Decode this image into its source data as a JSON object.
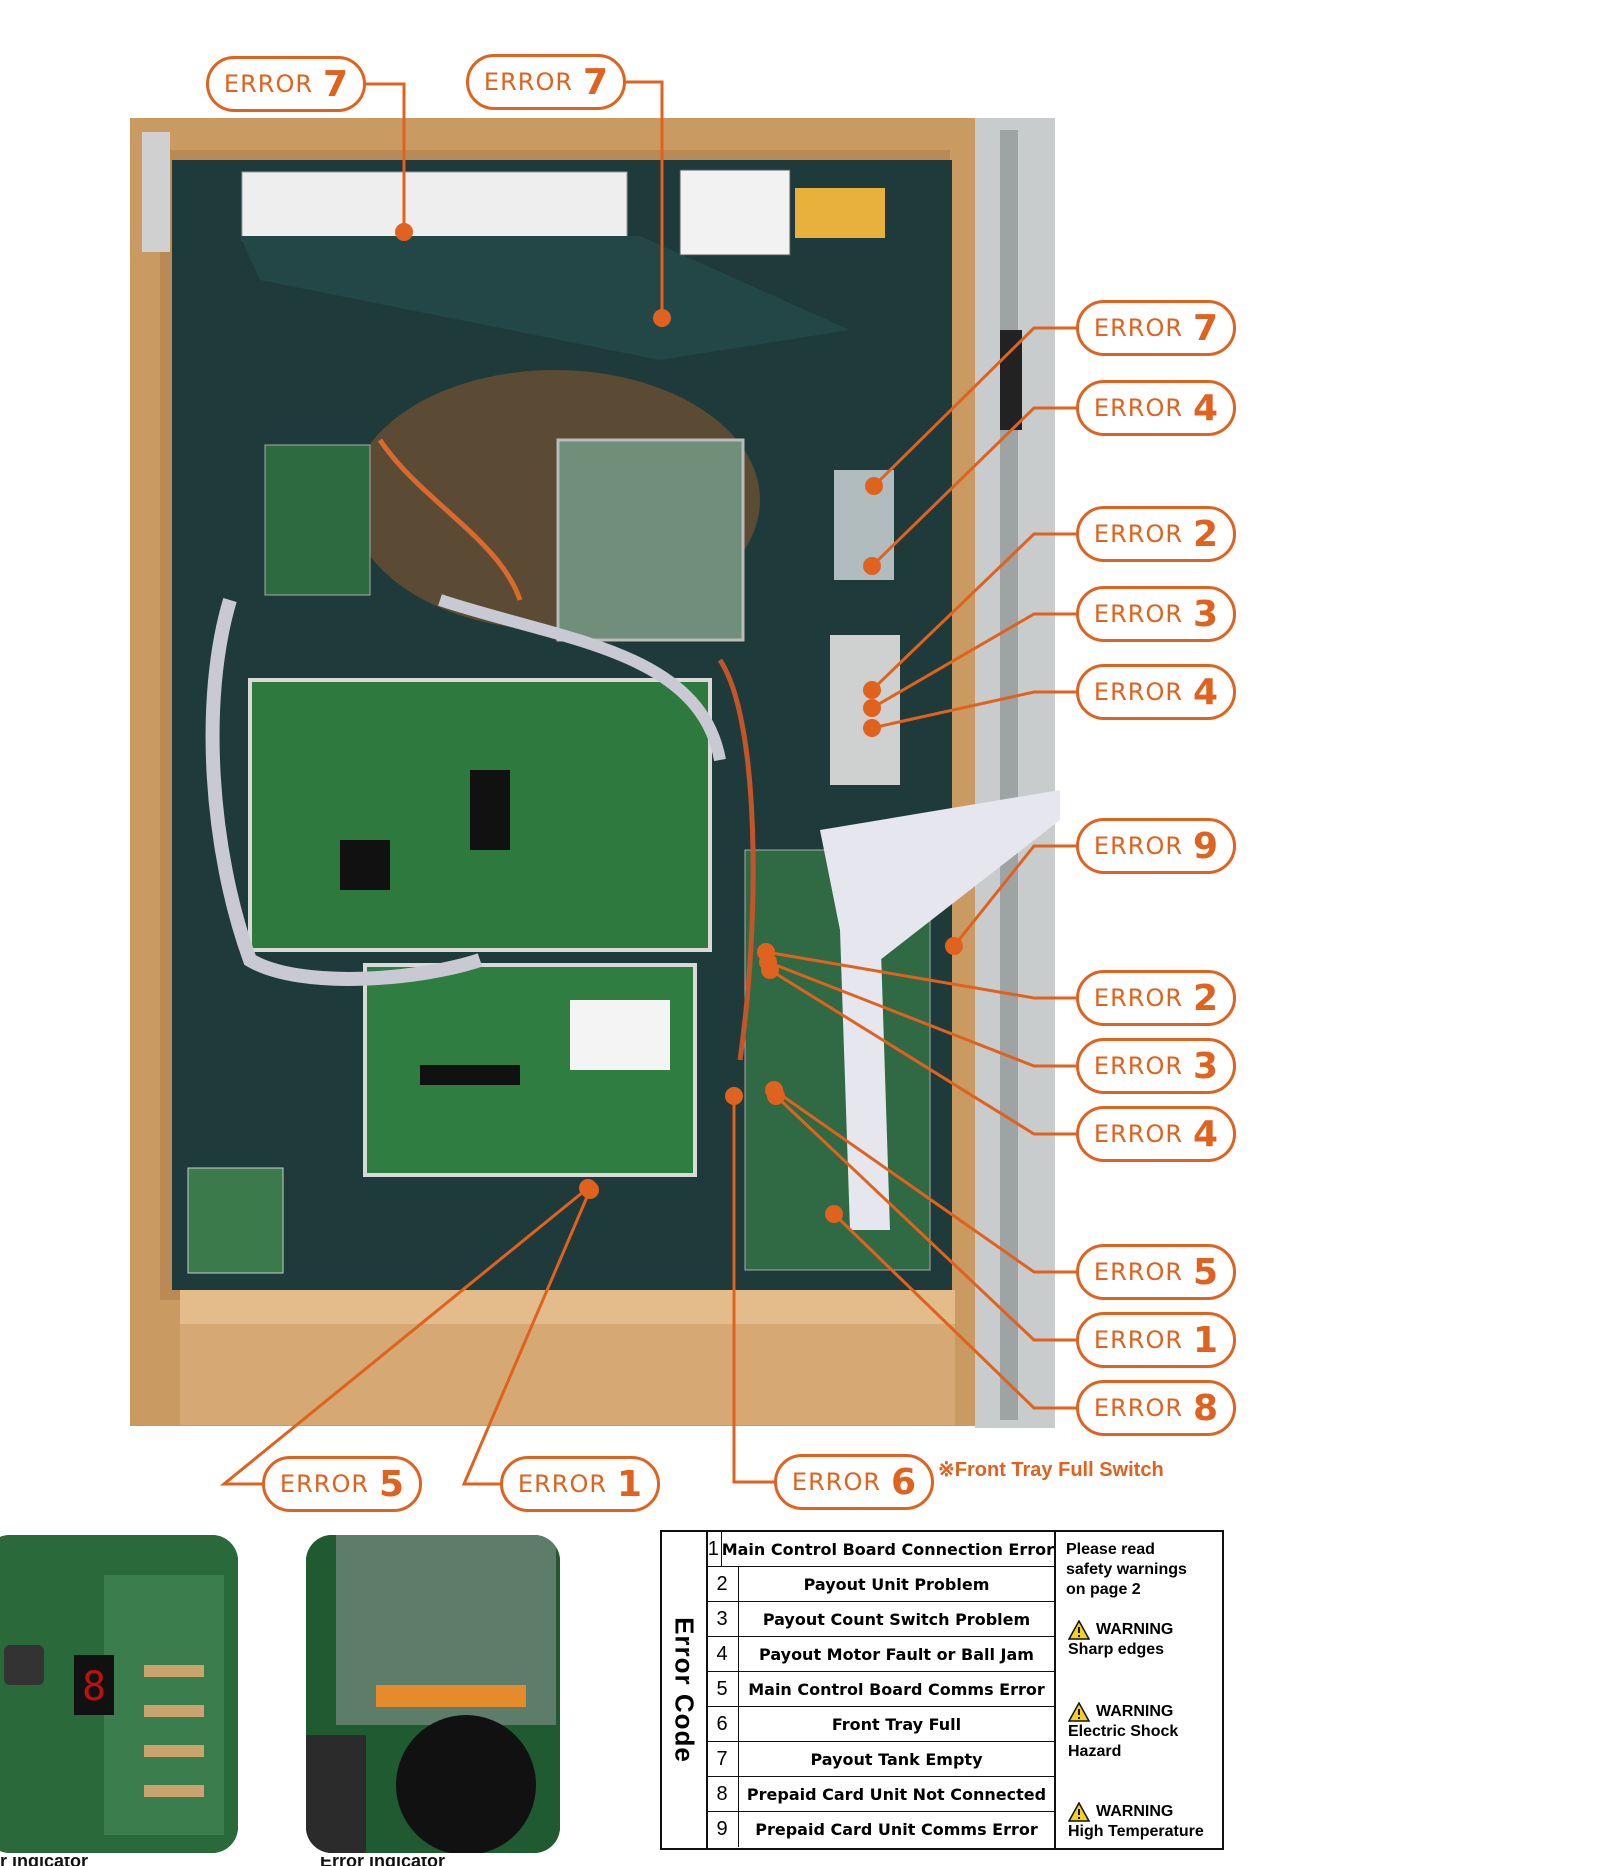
{
  "callouts": [
    {
      "text": "ERROR",
      "code": "7",
      "desc": ""
    },
    {
      "text": "ERROR",
      "code": "7",
      "desc": ""
    },
    {
      "text": "ERROR",
      "code": "7",
      "desc": ""
    },
    {
      "text": "ERROR",
      "code": "4",
      "desc": ""
    },
    {
      "text": "ERROR",
      "code": "2",
      "desc": ""
    },
    {
      "text": "ERROR",
      "code": "3",
      "desc": ""
    },
    {
      "text": "ERROR",
      "code": "4",
      "desc": ""
    },
    {
      "text": "ERROR",
      "code": "9",
      "desc": ""
    },
    {
      "text": "ERROR",
      "code": "2",
      "desc": ""
    },
    {
      "text": "ERROR",
      "code": "3",
      "desc": ""
    },
    {
      "text": "ERROR",
      "code": "4",
      "desc": ""
    },
    {
      "text": "ERROR",
      "code": "5",
      "desc": ""
    },
    {
      "text": "ERROR",
      "code": "1",
      "desc": ""
    },
    {
      "text": "ERROR",
      "code": "8",
      "desc": ""
    },
    {
      "text": "ERROR",
      "code": "5",
      "desc": ""
    },
    {
      "text": "ERROR",
      "code": "1",
      "desc": ""
    },
    {
      "text": "ERROR",
      "code": "6",
      "desc": "※Front Tray Full Switch"
    }
  ],
  "photos": {
    "left_caption": "r indicator",
    "right_caption": "Error indicator"
  },
  "error_table": {
    "heading": "Error Code",
    "rows": [
      {
        "num": "1",
        "text": "Main Control Board Connection Error"
      },
      {
        "num": "2",
        "text": "Payout Unit Problem"
      },
      {
        "num": "3",
        "text": "Payout Count Switch Problem"
      },
      {
        "num": "4",
        "text": "Payout Motor Fault or Ball Jam"
      },
      {
        "num": "5",
        "text": "Main Control Board Comms Error"
      },
      {
        "num": "6",
        "text": "Front Tray Full"
      },
      {
        "num": "7",
        "text": "Payout Tank Empty"
      },
      {
        "num": "8",
        "text": "Prepaid Card Unit Not Connected"
      },
      {
        "num": "9",
        "text": "Prepaid Card Unit Comms Error"
      }
    ],
    "notes": {
      "read_line1": "Please read",
      "read_line2": "safety warnings",
      "read_line3": "on page 2",
      "warnings": [
        {
          "title": "WARNING",
          "line1": "Sharp edges",
          "line2": ""
        },
        {
          "title": "WARNING",
          "line1": "Electric Shock",
          "line2": "Hazard"
        },
        {
          "title": "WARNING",
          "line1": "High Temperature",
          "line2": ""
        }
      ]
    }
  },
  "colors": {
    "accent": "#e0621f",
    "wood": "#c99a62",
    "board": "#2e7a3e",
    "frame": "#1d3a3a"
  }
}
